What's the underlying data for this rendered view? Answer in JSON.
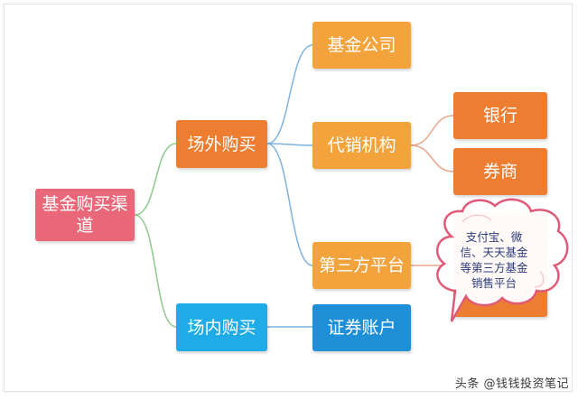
{
  "diagram": {
    "root": {
      "label": "基金购买渠道"
    },
    "branches": {
      "outside": {
        "label": "场外购买"
      },
      "inside": {
        "label": "场内购买"
      }
    },
    "level2": {
      "fund_company": {
        "label": "基金公司"
      },
      "agency": {
        "label": "代销机构"
      },
      "third_party": {
        "label": "第三方平台"
      },
      "securities_account": {
        "label": "证券账户"
      }
    },
    "level3": {
      "bank": {
        "label": "银行"
      },
      "broker": {
        "label": "券商"
      }
    },
    "callout": {
      "lines": [
        "支付宝、微",
        "信、天天基金",
        "等第三方基金",
        "销售平台"
      ]
    }
  },
  "watermark": {
    "text": "头条 @钱钱投资笔记"
  },
  "colors": {
    "root": "#e8687a",
    "outside": "#ed7d31",
    "inside": "#1faae8",
    "level2": "#f3a33c",
    "securities": "#1f8fd8",
    "level3": "#ed7d31",
    "connector_green": "#8fc98a",
    "connector_blue": "#7fb3de",
    "callout_border": "#e05a78"
  }
}
